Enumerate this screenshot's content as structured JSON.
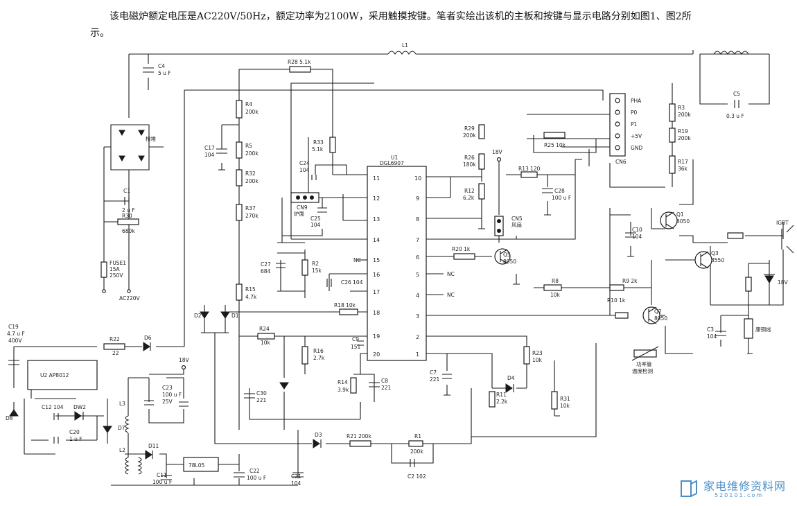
{
  "intro": "该电磁炉额定电压是AC220V/50Hz，额定功率为2100W，采用触摸按键。笔者实绘出该机的主板和按键与显示电路分别如图1、图2所示。",
  "ic": {
    "ref": "U1",
    "part": "DGL6907",
    "left_pins": [
      "11",
      "12",
      "13",
      "14",
      "15",
      "16",
      "17",
      "18",
      "19",
      "20"
    ],
    "right_pins": [
      "10",
      "9",
      "8",
      "7",
      "6",
      "5",
      "4",
      "3",
      "2",
      "1"
    ]
  },
  "connector": {
    "ref": "CN6",
    "pins": [
      "PHA",
      "P0",
      "P1",
      "+5V",
      "GND"
    ]
  },
  "labels": [
    {
      "id": "L1",
      "text": "L1"
    },
    {
      "id": "R28",
      "text": "R28  5.1k"
    },
    {
      "id": "C4a",
      "text": "C4"
    },
    {
      "id": "C4b",
      "text": "5 u F"
    },
    {
      "id": "bridge",
      "text": "桥堆"
    },
    {
      "id": "C1a",
      "text": "C1"
    },
    {
      "id": "C1b",
      "text": "2 u F"
    },
    {
      "id": "R30a",
      "text": "R30"
    },
    {
      "id": "R30b",
      "text": "680k"
    },
    {
      "id": "FUSE1",
      "text": "FUSE1"
    },
    {
      "id": "FUSE2",
      "text": "15A"
    },
    {
      "id": "FUSE3",
      "text": "250V"
    },
    {
      "id": "AC",
      "text": "AC220V"
    },
    {
      "id": "R4a",
      "text": "R4"
    },
    {
      "id": "R4b",
      "text": "200k"
    },
    {
      "id": "R5a",
      "text": "R5"
    },
    {
      "id": "R5b",
      "text": "200k"
    },
    {
      "id": "R32a",
      "text": "R32"
    },
    {
      "id": "R32b",
      "text": "200k"
    },
    {
      "id": "R37a",
      "text": "R37"
    },
    {
      "id": "R37b",
      "text": "270k"
    },
    {
      "id": "R15a",
      "text": "R15"
    },
    {
      "id": "R15b",
      "text": "4.7k"
    },
    {
      "id": "C17a",
      "text": "C17"
    },
    {
      "id": "C17b",
      "text": "104"
    },
    {
      "id": "R33a",
      "text": "R33"
    },
    {
      "id": "R33b",
      "text": "5.1k"
    },
    {
      "id": "C24a",
      "text": "C24"
    },
    {
      "id": "C24b",
      "text": "104"
    },
    {
      "id": "CN9a",
      "text": "CN9"
    },
    {
      "id": "CN9b",
      "text": "炉面"
    },
    {
      "id": "C25a",
      "text": "C25"
    },
    {
      "id": "C25b",
      "text": "104"
    },
    {
      "id": "C27a",
      "text": "C27"
    },
    {
      "id": "C27b",
      "text": "684"
    },
    {
      "id": "R2a",
      "text": "R2"
    },
    {
      "id": "R2b",
      "text": "15k"
    },
    {
      "id": "C26",
      "text": "C26  104"
    },
    {
      "id": "R18",
      "text": "R18  10k"
    },
    {
      "id": "R24a",
      "text": "R24"
    },
    {
      "id": "R24b",
      "text": "10k"
    },
    {
      "id": "R16a",
      "text": "R16"
    },
    {
      "id": "R16b",
      "text": "2.7k"
    },
    {
      "id": "NC1",
      "text": "NC"
    },
    {
      "id": "NC2",
      "text": "NC"
    },
    {
      "id": "NC3",
      "text": "NC"
    },
    {
      "id": "C9a",
      "text": "C9"
    },
    {
      "id": "C9b",
      "text": "151"
    },
    {
      "id": "R14a",
      "text": "R14"
    },
    {
      "id": "R14b",
      "text": "3.9k"
    },
    {
      "id": "C8a",
      "text": "C8"
    },
    {
      "id": "C8b",
      "text": "221"
    },
    {
      "id": "C30a",
      "text": "C30"
    },
    {
      "id": "C30b",
      "text": "221"
    },
    {
      "id": "R29a",
      "text": "R29"
    },
    {
      "id": "R29b",
      "text": "200k"
    },
    {
      "id": "R26a",
      "text": "R26"
    },
    {
      "id": "R26b",
      "text": "180k"
    },
    {
      "id": "R12a",
      "text": "R12"
    },
    {
      "id": "R12b",
      "text": "6.2k"
    },
    {
      "id": "R25",
      "text": "R25  10k"
    },
    {
      "id": "v18a",
      "text": "18V"
    },
    {
      "id": "R13",
      "text": "R13  120"
    },
    {
      "id": "C28a",
      "text": "C28"
    },
    {
      "id": "C28b",
      "text": "100 u F"
    },
    {
      "id": "CN5a",
      "text": "CN5"
    },
    {
      "id": "CN5b",
      "text": "风扇"
    },
    {
      "id": "R20",
      "text": "R20  1k"
    },
    {
      "id": "Q5a",
      "text": "Q5"
    },
    {
      "id": "Q5b",
      "text": "8050"
    },
    {
      "id": "C10a",
      "text": "C10"
    },
    {
      "id": "C10b",
      "text": "104"
    },
    {
      "id": "Q1a",
      "text": "Q1"
    },
    {
      "id": "Q1b",
      "text": "8050"
    },
    {
      "id": "Q3a",
      "text": "Q3"
    },
    {
      "id": "Q3b",
      "text": "8550"
    },
    {
      "id": "R8a",
      "text": "R8"
    },
    {
      "id": "R8b",
      "text": "10k"
    },
    {
      "id": "R9",
      "text": "R9  2k"
    },
    {
      "id": "R10",
      "text": "R10  1k"
    },
    {
      "id": "Q2a",
      "text": "Q2"
    },
    {
      "id": "Q2b",
      "text": "8050"
    },
    {
      "id": "IGBT",
      "text": "IGBT"
    },
    {
      "id": "v18b",
      "text": "18V"
    },
    {
      "id": "C3a",
      "text": "C3"
    },
    {
      "id": "C3b",
      "text": "104"
    },
    {
      "id": "coil",
      "text": "康铜线"
    },
    {
      "id": "ntc1",
      "text": "功率管"
    },
    {
      "id": "ntc2",
      "text": "温度检测"
    },
    {
      "id": "R3a",
      "text": "R3"
    },
    {
      "id": "R3b",
      "text": "200k"
    },
    {
      "id": "R19a",
      "text": "R19"
    },
    {
      "id": "R19b",
      "text": "200k"
    },
    {
      "id": "R17a",
      "text": "R17"
    },
    {
      "id": "R17b",
      "text": "36k"
    },
    {
      "id": "C5a",
      "text": "C5"
    },
    {
      "id": "C5b",
      "text": "0.3 u F"
    },
    {
      "id": "D2",
      "text": "D2"
    },
    {
      "id": "D1",
      "text": "D1"
    },
    {
      "id": "C19a",
      "text": "C19"
    },
    {
      "id": "C19b",
      "text": "4.7 u F"
    },
    {
      "id": "C19c",
      "text": "400V"
    },
    {
      "id": "R22a",
      "text": "R22"
    },
    {
      "id": "R22b",
      "text": "22"
    },
    {
      "id": "D6",
      "text": "D6"
    },
    {
      "id": "U2",
      "text": "U2  AP8012"
    },
    {
      "id": "v18c",
      "text": "18V"
    },
    {
      "id": "C23a",
      "text": "C23"
    },
    {
      "id": "C23b",
      "text": "100 u F"
    },
    {
      "id": "C23c",
      "text": "25V"
    },
    {
      "id": "L3",
      "text": "L3"
    },
    {
      "id": "D7",
      "text": "D7"
    },
    {
      "id": "L2",
      "text": "L2"
    },
    {
      "id": "D8",
      "text": "D8"
    },
    {
      "id": "C12",
      "text": "C12  104"
    },
    {
      "id": "DW2",
      "text": "DW2"
    },
    {
      "id": "C20a",
      "text": "C20"
    },
    {
      "id": "C20b",
      "text": "1 u F"
    },
    {
      "id": "D11",
      "text": "D11"
    },
    {
      "id": "C11a",
      "text": "C11"
    },
    {
      "id": "C11b",
      "text": "100 u F"
    },
    {
      "id": "reg",
      "text": "78L05"
    },
    {
      "id": "C22a",
      "text": "C22"
    },
    {
      "id": "C22b",
      "text": "100 u F"
    },
    {
      "id": "C21a",
      "text": "C21"
    },
    {
      "id": "C21b",
      "text": "104"
    },
    {
      "id": "D3",
      "text": "D3"
    },
    {
      "id": "R21",
      "text": "R21  200k"
    },
    {
      "id": "R1a",
      "text": "R1"
    },
    {
      "id": "R1b",
      "text": "200k"
    },
    {
      "id": "C2",
      "text": "C2  102"
    },
    {
      "id": "C7a",
      "text": "C7"
    },
    {
      "id": "C7b",
      "text": "221"
    },
    {
      "id": "R11a",
      "text": "R11"
    },
    {
      "id": "R11b",
      "text": "2.2k"
    },
    {
      "id": "D4",
      "text": "D4"
    },
    {
      "id": "R23a",
      "text": "R23"
    },
    {
      "id": "R23b",
      "text": "10k"
    },
    {
      "id": "R31a",
      "text": "R31"
    },
    {
      "id": "R31b",
      "text": "10k"
    }
  ],
  "watermark": {
    "text": "家电维修资料网",
    "url": "520101.com"
  }
}
